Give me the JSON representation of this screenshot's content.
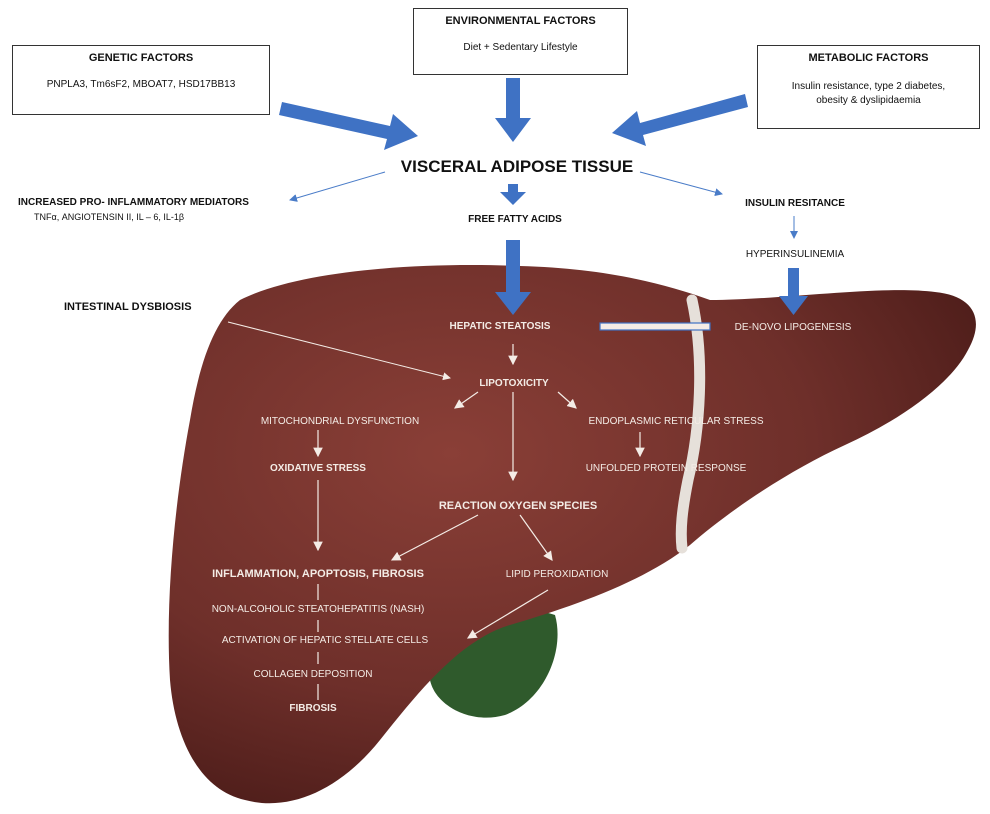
{
  "boxes": {
    "genetic": {
      "title": "GENETIC FACTORS",
      "body": "PNPLA3, Tm6sF2, MBOAT7, HSD17BB13"
    },
    "environmental": {
      "title": "ENVIRONMENTAL FACTORS",
      "body": "Diet + Sedentary Lifestyle"
    },
    "metabolic": {
      "title": "METABOLIC FACTORS",
      "body_line1": "Insulin resistance, type 2 diabetes,",
      "body_line2": "obesity & dyslipidaemia"
    }
  },
  "nodes": {
    "visceral": "VISCERAL ADIPOSE TISSUE",
    "pro_inflammatory": "INCREASED PRO- INFLAMMATORY MEDIATORS",
    "pro_inflammatory_list": "TNFα, ANGIOTENSIN II, IL – 6, IL-1β",
    "ffa": "FREE FATTY ACIDS",
    "insulin_resistance": "INSULIN RESITANCE",
    "hyperinsulinemia": "HYPERINSULINEMIA",
    "dysbiosis": "INTESTINAL DYSBIOSIS",
    "steatosis": "HEPATIC STEATOSIS",
    "lipogenesis": "DE-NOVO LIPOGENESIS",
    "lipotoxicity": "LIPOTOXICITY",
    "mito": "MITOCHONDRIAL DYSFUNCTION",
    "er_stress": "ENDOPLASMIC RETICULAR STRESS",
    "oxidative": "OXIDATIVE STRESS",
    "upr": "UNFOLDED PROTEIN RESPONSE",
    "ros": "REACTION OXYGEN SPECIES",
    "inflammation": "INFLAMMATION, APOPTOSIS, FIBROSIS",
    "lipid_perox": "LIPID PEROXIDATION",
    "nash": "NON-ALCOHOLIC STEATOHEPATITIS (NASH)",
    "stellate": "ACTIVATION OF HEPATIC STELLATE CELLS",
    "collagen": "COLLAGEN DEPOSITION",
    "fibrosis": "FIBROSIS"
  },
  "colors": {
    "liver": "#6e2f2a",
    "liver_dark": "#4d1c19",
    "gallbladder": "#2f5a2c",
    "arrow_blue": "#3f72c4",
    "ligament": "#e6e0da"
  }
}
